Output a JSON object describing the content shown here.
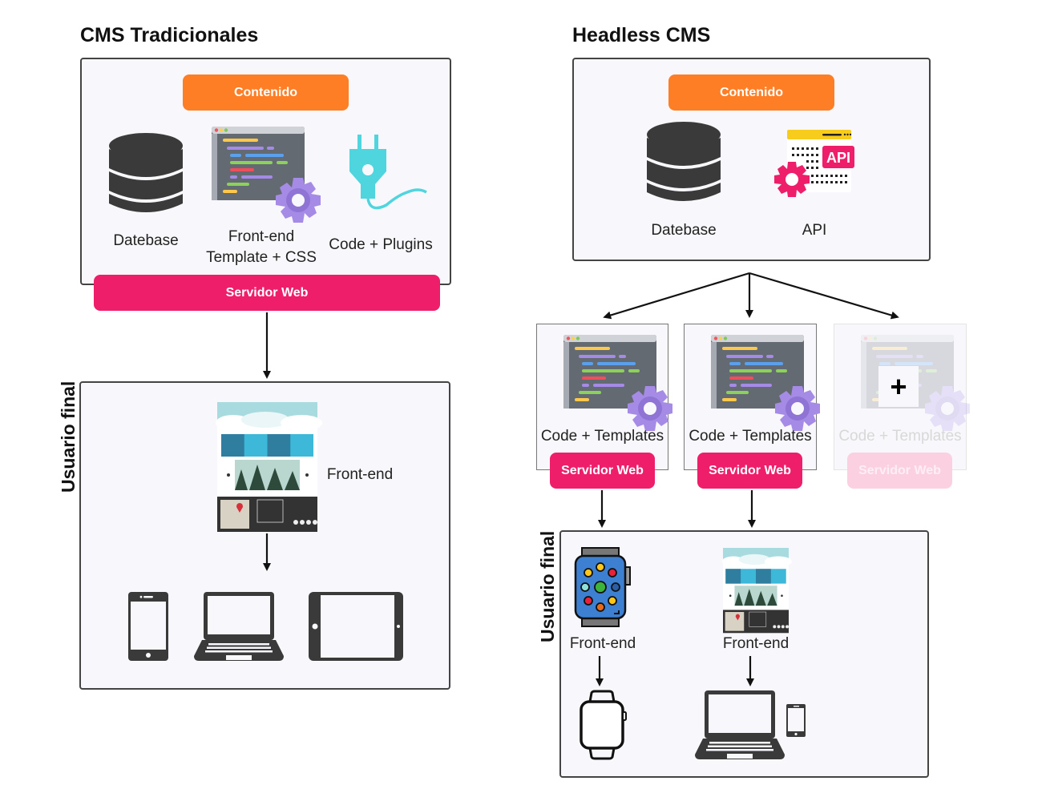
{
  "traditional": {
    "title": "CMS Tradicionales",
    "content_label": "Contenido",
    "items": [
      {
        "label": "Datebase",
        "icon": "database-icon"
      },
      {
        "label_line1": "Front-end",
        "label_line2": "Template + CSS",
        "icon": "code-editor-gear-icon"
      },
      {
        "label": "Code + Plugins",
        "icon": "plug-icon"
      }
    ],
    "server_label": "Servidor Web",
    "end_user": {
      "side_label": "Usuario final",
      "frontend_label": "Front-end",
      "devices": [
        "smartphone-icon",
        "laptop-icon",
        "tablet-icon"
      ]
    }
  },
  "headless": {
    "title": "Headless CMS",
    "content_label": "Contenido",
    "items": [
      {
        "label": "Datebase",
        "icon": "database-icon"
      },
      {
        "label": "API",
        "icon": "api-icon"
      }
    ],
    "api_badge": "API",
    "channels": [
      {
        "label": "Code + Templates",
        "server_label": "Servidor Web",
        "state": "active"
      },
      {
        "label": "Code + Templates",
        "server_label": "Servidor Web",
        "state": "active"
      },
      {
        "label": "Code + Templates",
        "server_label": "Servidor Web",
        "state": "placeholder",
        "add_symbol": "+"
      }
    ],
    "end_user": {
      "side_label": "Usuario final",
      "frontends": [
        {
          "label": "Front-end",
          "source_icon": "smartwatch-app-icon",
          "device_icons": [
            "smartwatch-icon"
          ]
        },
        {
          "label": "Front-end",
          "source_icon": "website-mockup-icon",
          "device_icons": [
            "laptop-icon",
            "smartphone-icon"
          ]
        }
      ]
    }
  },
  "colors": {
    "content": "#fd7e24",
    "server": "#ee1e6a",
    "panel_bg": "#f8f8fc",
    "icon_dark": "#3a3a3a",
    "plug": "#4fd5de",
    "gear": "#a68be6"
  }
}
